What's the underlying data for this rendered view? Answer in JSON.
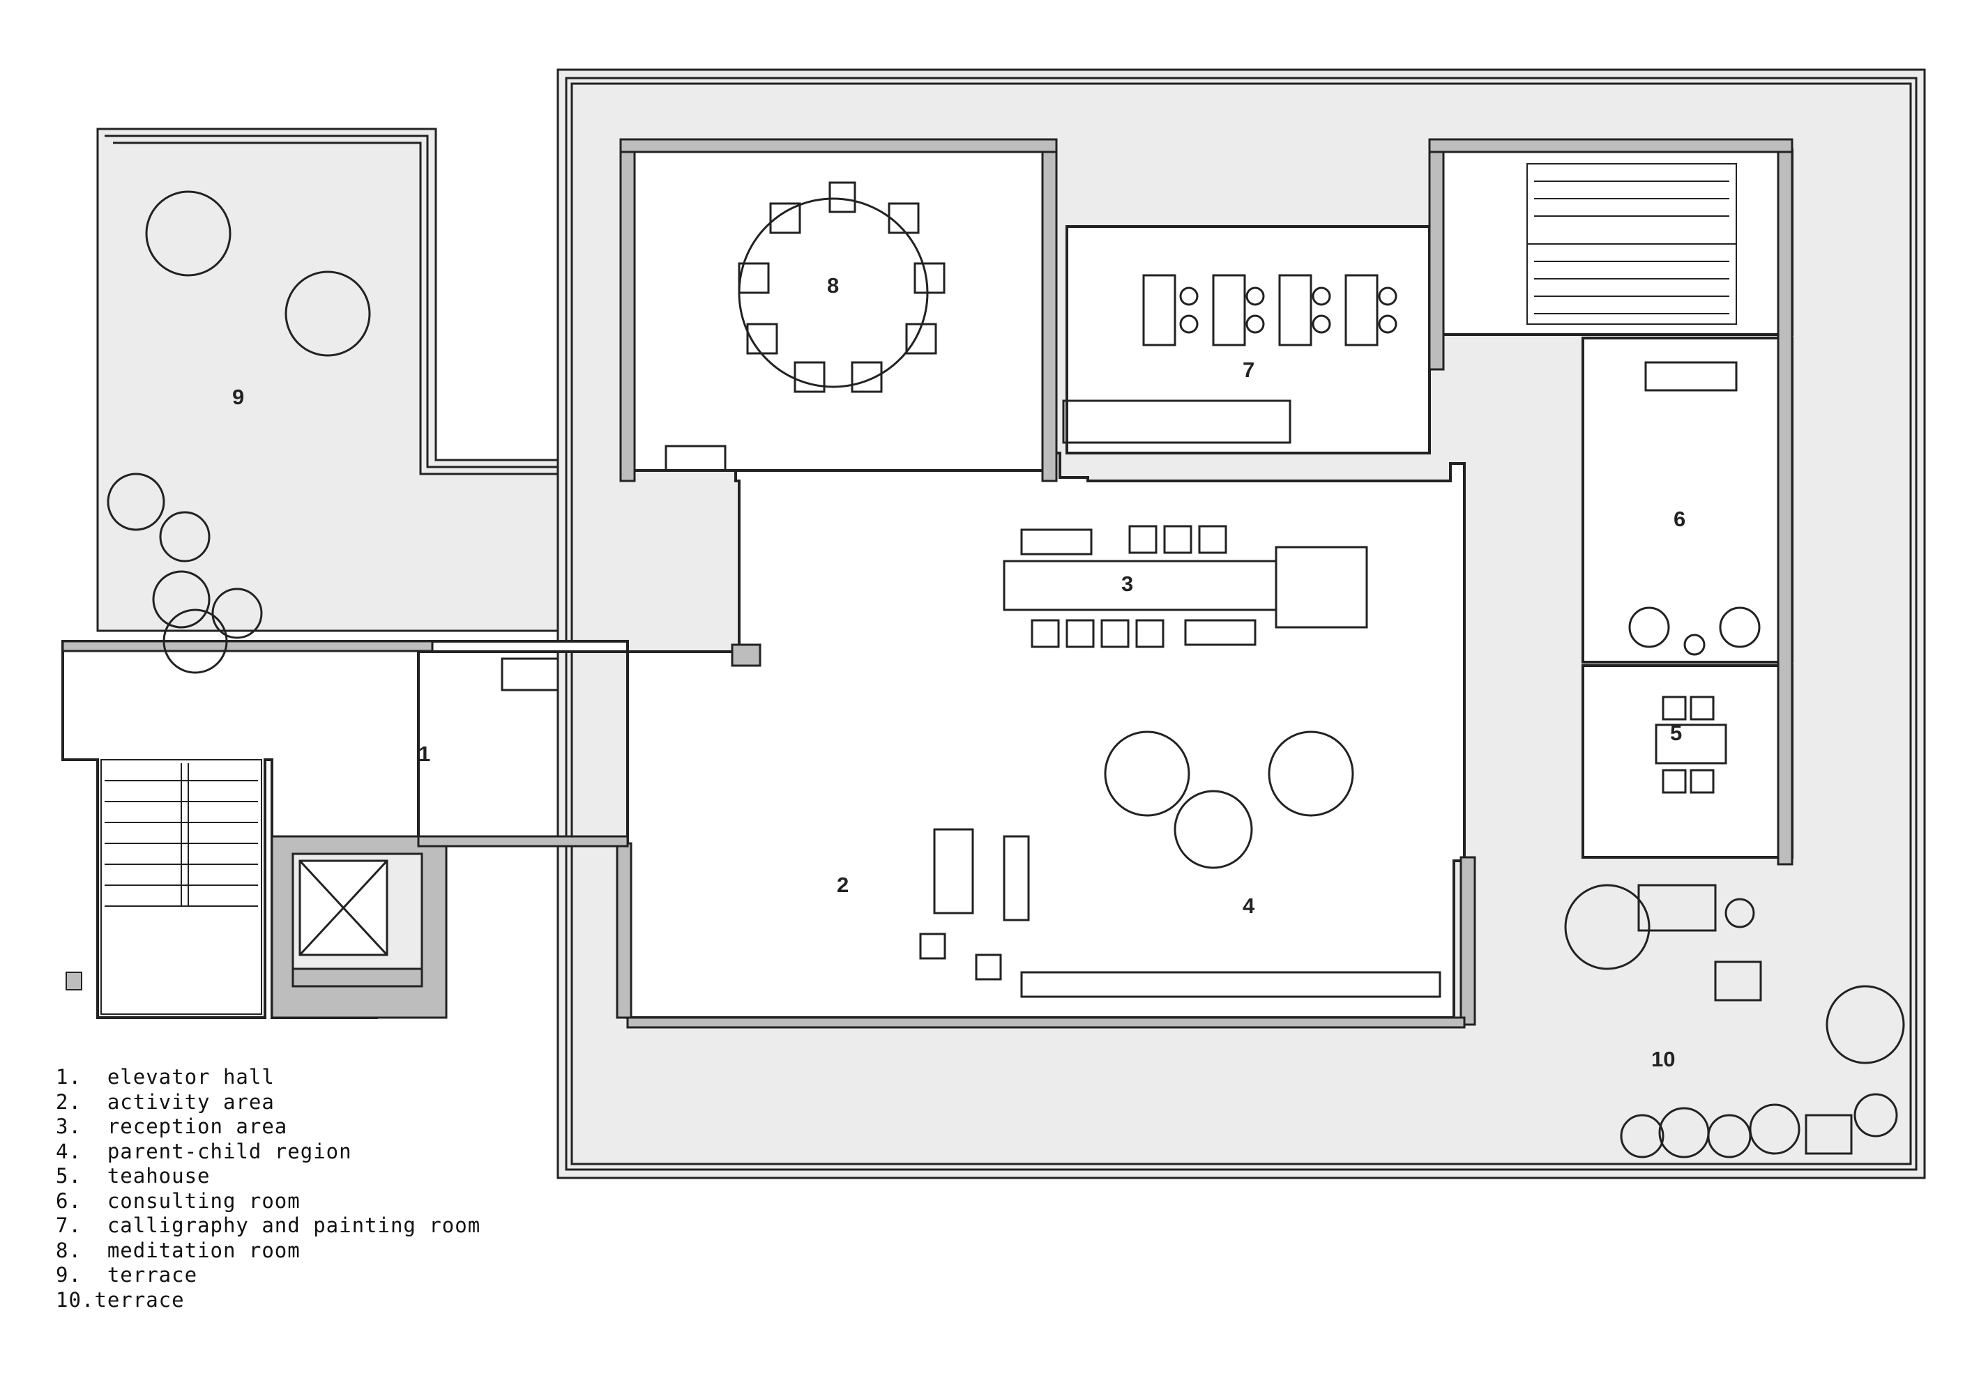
{
  "room_numbers": [
    "1",
    "2",
    "3",
    "4",
    "5",
    "6",
    "7",
    "8",
    "9",
    "10"
  ],
  "legend": [
    "1.  elevator hall",
    "2.  activity area",
    "3.  reception area",
    "4.  parent-child region",
    "5.  teahouse",
    "6.  consulting room",
    "7.  calligraphy and painting room",
    "8.  meditation room",
    "9.  terrace",
    "10.terrace"
  ],
  "colors": {
    "ink": "#222222",
    "terrace_fill": "#ececec",
    "wall_fill": "#bdbdbd",
    "paper": "#ffffff"
  }
}
